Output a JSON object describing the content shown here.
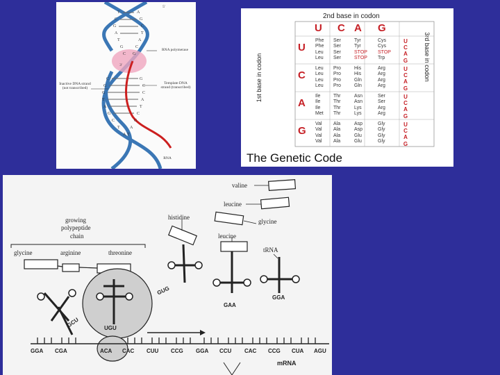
{
  "dna_figure": {
    "labels": {
      "rna_polymerase": "RNA polymerase",
      "inactive_strand": "Inactive DNA strand (not transcribed)",
      "template_strand": "Template DNA strand (transcribed)",
      "rna": "RNA",
      "five_prime": "5'",
      "three_prime": "3'"
    },
    "left_bases": [
      "T",
      "C",
      "G",
      "A",
      "T",
      "G",
      "C",
      "C",
      "G",
      "G",
      "T",
      "A",
      "G",
      "C",
      "T",
      "A"
    ],
    "right_bases": [
      "A",
      "G",
      "C",
      "T",
      "A",
      "C",
      "G",
      "G",
      "C",
      "C",
      "A",
      "T",
      "C",
      "G",
      "A",
      "T"
    ]
  },
  "genetic_code": {
    "title": "The Genetic Code",
    "second_base_label": "2nd base in codon",
    "first_base_label": "1st base in codon",
    "third_base_label": "3rd base in codon",
    "bases": [
      "U",
      "C",
      "A",
      "G"
    ],
    "rows": [
      [
        [
          "Phe",
          "Phe",
          "Leu",
          "Leu"
        ],
        [
          "Ser",
          "Ser",
          "Ser",
          "Ser"
        ],
        [
          "Tyr",
          "Tyr",
          "STOP",
          "STOP"
        ],
        [
          "Cys",
          "Cys",
          "STOP",
          "Trp"
        ]
      ],
      [
        [
          "Leu",
          "Leu",
          "Leu",
          "Leu"
        ],
        [
          "Pro",
          "Pro",
          "Pro",
          "Pro"
        ],
        [
          "His",
          "His",
          "Gln",
          "Gln"
        ],
        [
          "Arg",
          "Arg",
          "Arg",
          "Arg"
        ]
      ],
      [
        [
          "Ile",
          "Ile",
          "Ile",
          "Met"
        ],
        [
          "Thr",
          "Thr",
          "Thr",
          "Thr"
        ],
        [
          "Asn",
          "Asn",
          "Lys",
          "Lys"
        ],
        [
          "Ser",
          "Ser",
          "Arg",
          "Arg"
        ]
      ],
      [
        [
          "Val",
          "Val",
          "Val",
          "Val"
        ],
        [
          "Ala",
          "Ala",
          "Ala",
          "Ala"
        ],
        [
          "Asp",
          "Asp",
          "Glu",
          "Glu"
        ],
        [
          "Gly",
          "Gly",
          "Gly",
          "Gly"
        ]
      ]
    ],
    "third_bases": [
      "U",
      "C",
      "A",
      "G"
    ]
  },
  "translation": {
    "labels": {
      "valine": "valine",
      "leucine_top": "leucine",
      "histidine": "histidine",
      "glycine_right": "glycine",
      "leucine_mid": "leucine",
      "trna": "tRNA",
      "growing": "growing",
      "polypeptide": "polypeptide",
      "chain": "chain",
      "glycine": "glycine",
      "arginine": "arginine",
      "threonine": "threonine",
      "mrna": "mRNA"
    },
    "anticodons": {
      "gcu": "GCU",
      "ugu": "UGU",
      "gug": "GUG",
      "gaa": "GAA",
      "gga": "GGA"
    },
    "codons": [
      "GGA",
      "CGA",
      "ACA",
      "CAC",
      "CUU",
      "CCG",
      "GGA",
      "CCU",
      "CAC",
      "CCG",
      "CUA",
      "AGU"
    ]
  },
  "colors": {
    "background": "#2e2e9a",
    "accent_red": "#c62026"
  }
}
